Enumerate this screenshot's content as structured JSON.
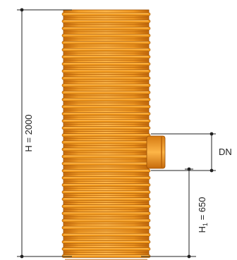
{
  "diagram": {
    "labels": {
      "height_main": "H = 2000",
      "outlet_dn": "DN",
      "h1_prefix": "H",
      "h1_subscript": "1",
      "h1_value": " = 650"
    },
    "colors": {
      "pipe_fill": "#F39B1F",
      "pipe_rib_dark": "#B8620A",
      "pipe_rib_light": "#FFC56A",
      "pipe_outline": "#9A4F05",
      "dimension_line": "#222222"
    }
  }
}
